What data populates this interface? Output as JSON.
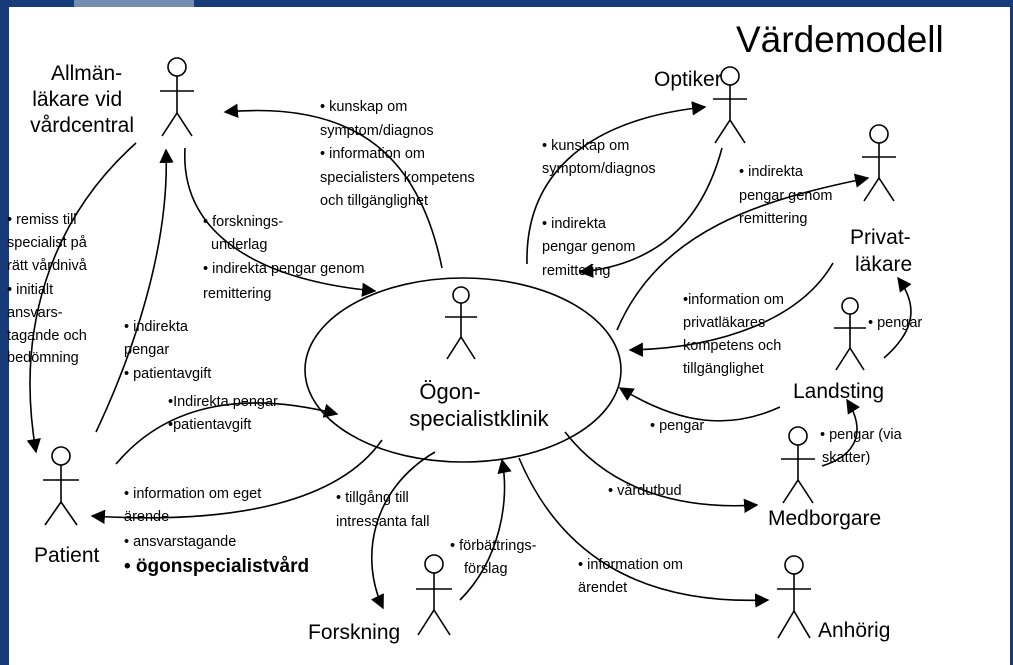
{
  "title": "Värdemodell",
  "center": {
    "line1": "Ögon-",
    "line2": "specialistklinik"
  },
  "actors": {
    "allman": [
      "Allmän-",
      "läkare vid",
      "vårdcentral"
    ],
    "optiker": [
      "Optiker"
    ],
    "privat": [
      "Privat-",
      "läkare"
    ],
    "landsting": [
      "Landsting"
    ],
    "medborgare": [
      "Medborgare"
    ],
    "anhorig": [
      "Anhörig"
    ],
    "forskning": [
      "Forskning"
    ],
    "patient": [
      "Patient"
    ]
  },
  "flows": {
    "allman_to_center": [
      "• kunskap om",
      "symptom/diagnos",
      "• information om",
      "specialisters kompetens",
      "och tillgänglighet"
    ],
    "center_to_allman": [
      "• forsknings-",
      "underlag",
      "• indirekta pengar genom",
      "remittering"
    ],
    "allman_to_patient": [
      "• remiss till",
      "specialist på",
      "rätt vårdnivå",
      "• initialt",
      "ansvars-",
      "tagande och",
      "bedömning"
    ],
    "patient_to_allman": [
      "• indirekta",
      "pengar",
      "• patientavgift"
    ],
    "patient_to_center": [
      "•Indirekta pengar",
      "•patientavgift"
    ],
    "center_to_patient": [
      "• information om eget",
      "ärende",
      "• ansvarstagande"
    ],
    "center_to_patient_bold": "• ögonspecialistvård",
    "optiker_to_center": [
      "• kunskap om",
      "symptom/diagnos"
    ],
    "center_to_optiker": [
      "• indirekta",
      "pengar genom",
      "remittering"
    ],
    "center_to_privat": [
      "• indirekta",
      "pengar genom",
      "remittering"
    ],
    "privat_to_center": [
      "•information om",
      "privatläkares",
      "kompetens och",
      "tillgänglighet"
    ],
    "landsting_to_privat": [
      "• pengar"
    ],
    "landsting_to_center": [
      "• pengar"
    ],
    "medborgare_to_landsting": [
      "• pengar (via",
      "skatter)"
    ],
    "center_to_medborgare": [
      "• vårdutbud"
    ],
    "center_to_anhorig": [
      "• information om",
      "ärendet"
    ],
    "center_to_forskning": [
      "• tillgång till",
      "intressanta fall"
    ],
    "forskning_to_center": [
      "• förbättrings-",
      "förslag"
    ]
  }
}
